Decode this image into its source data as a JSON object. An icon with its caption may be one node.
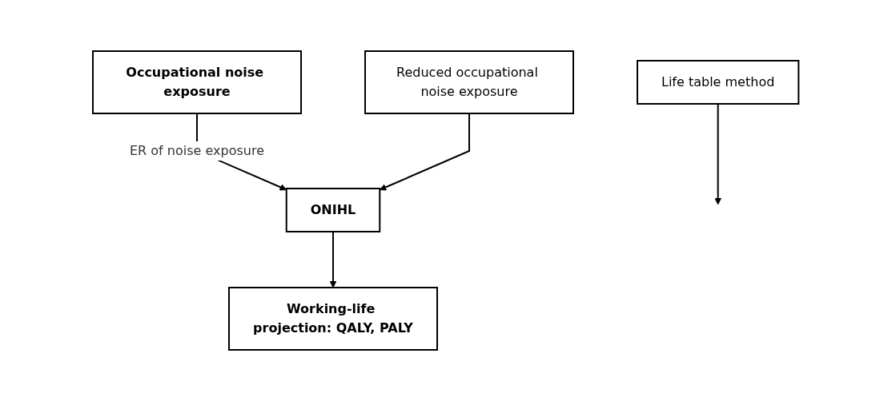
{
  "diagram": {
    "nodes": [
      {
        "text": [
          "Occupational noise exposure"
        ]
      },
      {
        "text": [
          "Reduced occupational noise exposure"
        ]
      },
      {
        "text": [
          "ONIHL"
        ]
      },
      {
        "text": [
          "Working-life projection: QALY, PALY"
        ]
      },
      {
        "text": [
          "Life table method"
        ]
      }
    ],
    "edges": [
      {
        "from": 0,
        "to": 2,
        "arrow": "to",
        "label": "ER of noise exposure"
      },
      {
        "from": 1,
        "to": 2,
        "arrow": "to"
      },
      {
        "from": 2,
        "to": 3,
        "arrow": "to"
      },
      {
        "from": 4,
        "to": null,
        "arrow": "to"
      }
    ]
  }
}
